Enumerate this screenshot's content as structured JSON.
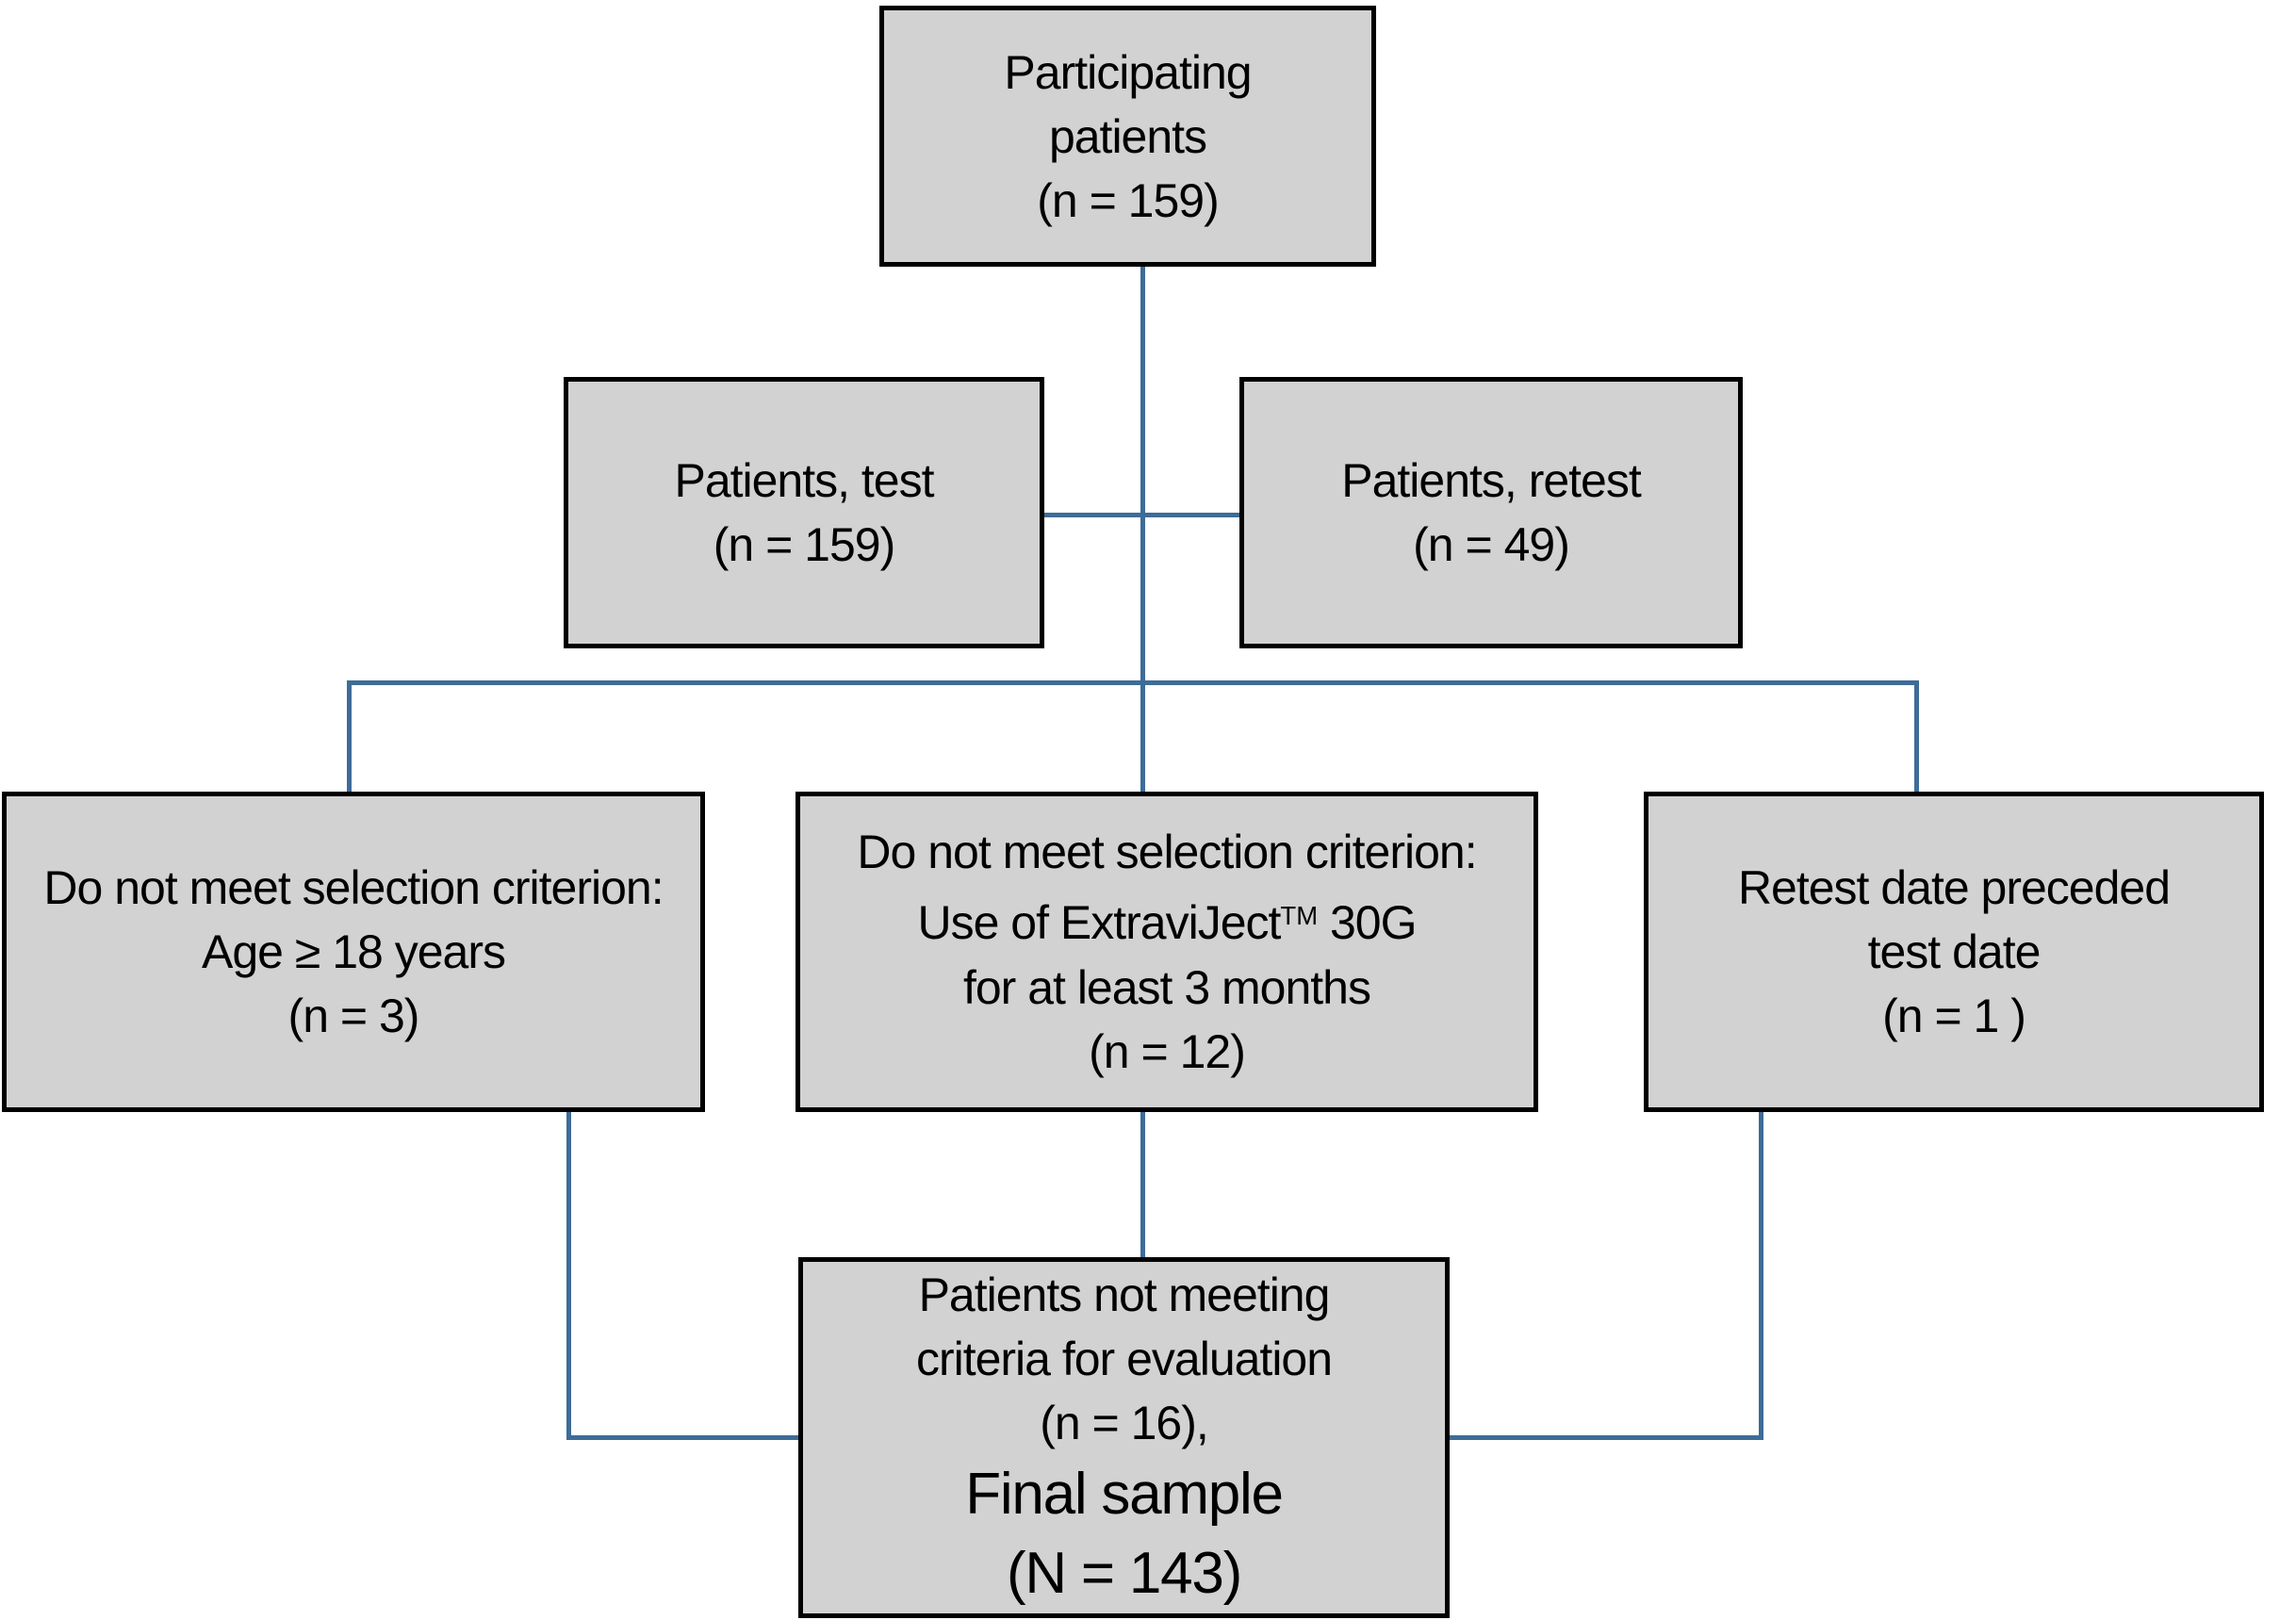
{
  "diagram": {
    "type": "patient-flow-chart",
    "colors": {
      "box_fill": "#d2d2d2",
      "box_border": "#000000",
      "connector": "#3e6c98",
      "background": "#ffffff",
      "text": "#000000"
    },
    "boxes": {
      "participating": {
        "lines": [
          "Participating",
          "patients",
          "(n = 159)"
        ]
      },
      "test": {
        "lines": [
          "Patients, test",
          "(n = 159)"
        ]
      },
      "retest": {
        "lines": [
          "Patients, retest",
          "(n = 49)"
        ]
      },
      "criterion_age": {
        "lines": [
          "Do not meet selection criterion:",
          "Age ≥ 18 years",
          "(n = 3)"
        ]
      },
      "criterion_device": {
        "line1": "Do not meet selection criterion:",
        "line2_pre": "Use of ExtraviJect",
        "line2_sup": "TM",
        "line2_post": " 30G",
        "line3": "for at least 3 months",
        "line4": "(n = 12)"
      },
      "retest_date": {
        "lines": [
          "Retest date preceded",
          "test date",
          "(n = 1 )"
        ]
      },
      "final": {
        "lines_small": [
          "Patients not meeting",
          "criteria for evaluation",
          "(n = 16),"
        ],
        "lines_large": [
          "Final sample",
          "(N = 143)"
        ]
      }
    }
  }
}
